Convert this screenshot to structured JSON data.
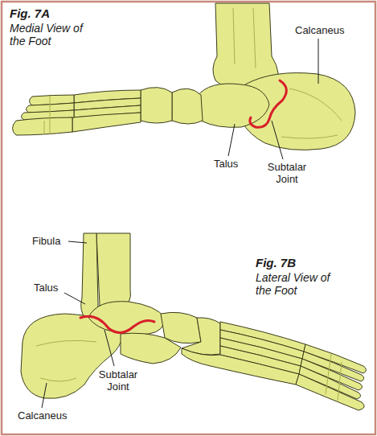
{
  "diagram": {
    "labels": [
      "Fig. 7A",
      "Medial View of the Foot",
      "Calcaneus",
      "Talus",
      "Subtalar Joint",
      "Fibula",
      "Talus",
      "Fig. 7B",
      "Lateral View of the Foot",
      "Subtalar Joint",
      "Calcaneus"
    ]
  }
}
